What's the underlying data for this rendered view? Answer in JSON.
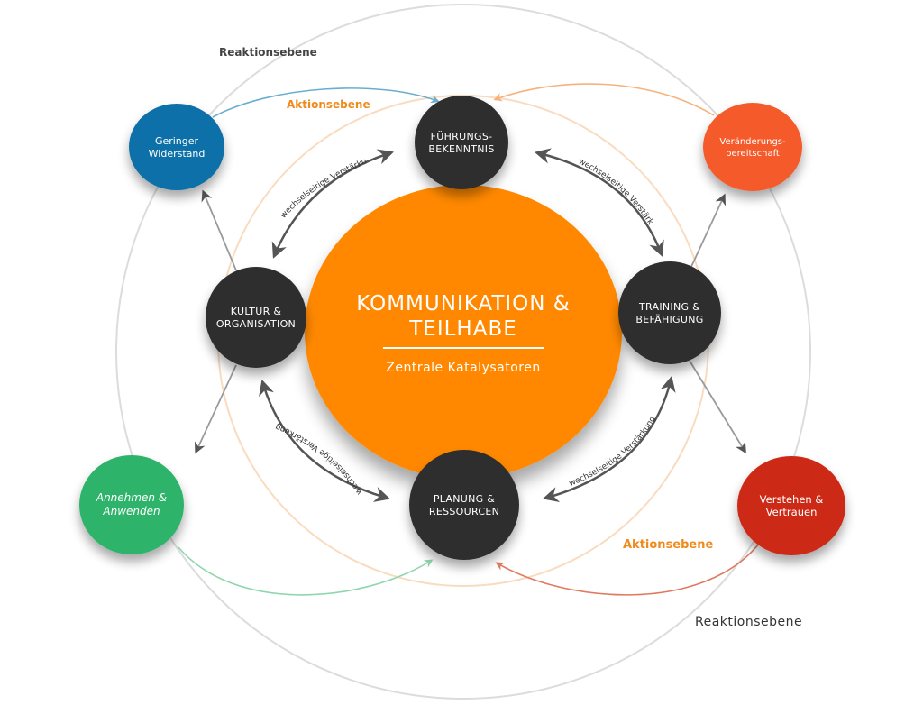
{
  "center": {
    "title_line1": "KOMMUNIKATION &",
    "title_line2": "TEILHABE",
    "subtitle": "Zentrale Katalysatoren",
    "color": "#ff8800"
  },
  "inner_nodes": [
    {
      "id": "fuehrung",
      "line1": "FÜHRUNGS-",
      "line2": "BEKENNTNIS"
    },
    {
      "id": "kultur",
      "line1": "KULTUR &",
      "line2": "ORGANISATION"
    },
    {
      "id": "training",
      "line1": "TRAINING &",
      "line2": "BEFÄHIGUNG"
    },
    {
      "id": "planung",
      "line1": "PLANUNG &",
      "line2": "RESSOURCEN"
    }
  ],
  "outer_nodes": [
    {
      "id": "widerstand",
      "line1": "Geringer",
      "line2": "Widerstand",
      "color": "#0d6fa8"
    },
    {
      "id": "veraenderung",
      "line1": "Veränderungs-",
      "line2": "bereitschaft",
      "color": "#f55a2c"
    },
    {
      "id": "annehmen",
      "line1": "Annehmen &",
      "line2": "Anwenden",
      "color": "#2db36b"
    },
    {
      "id": "verstehen",
      "line1": "Verstehen &",
      "line2": "Vertrauen",
      "color": "#cc2a12"
    }
  ],
  "levels": {
    "reaktion_top": "Reaktionsebene",
    "aktion_top": "Aktionsebene",
    "aktion_bottom": "Aktionsebene",
    "reaktion_bottom": "Reaktionsebene",
    "aktion_color": "#f08a1c"
  },
  "arc_labels": {
    "top_left": "wechselseitige Verstärkung",
    "top_right": "wechselseitige Verstärkung",
    "bottom_left": "wechselseitige Verstärkung",
    "bottom_right": "wechselseitige Verstärkung"
  },
  "colors": {
    "dark_node": "#2d2d2d",
    "arrow": "#555555"
  }
}
